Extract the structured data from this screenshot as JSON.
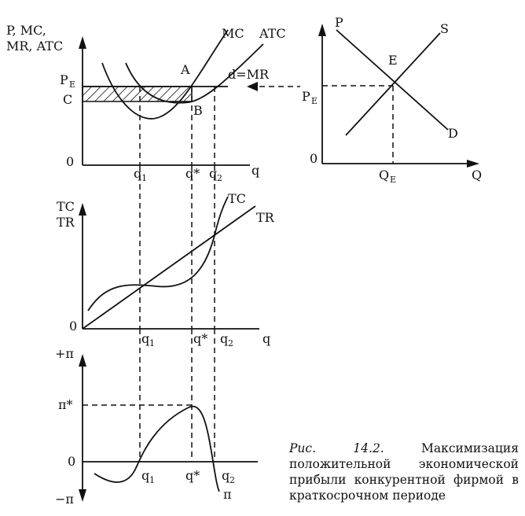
{
  "top_left": {
    "y_axis_label_line1": "P, MC,",
    "y_axis_label_line2": "MR, ATC",
    "x_axis_label": "q",
    "origin": "0",
    "price_label": "P",
    "price_label_sub": "E",
    "cost_label": "C",
    "point_a": "A",
    "point_b": "B",
    "mc_label": "MC",
    "atc_label": "ATC",
    "demand_label": "d=MR",
    "tick_q1": "q",
    "tick_q1_sub": "1",
    "tick_qstar": "q*",
    "tick_q2": "q",
    "tick_q2_sub": "2"
  },
  "market": {
    "price_axis_label": "P",
    "quantity_axis_label": "Q",
    "origin": "0",
    "supply_label": "S",
    "demand_label": "D",
    "equilibrium_label": "E",
    "price_eq_label": "P",
    "price_eq_sub": "E",
    "quantity_eq_label": "Q",
    "quantity_eq_sub": "E"
  },
  "middle": {
    "y_axis_label_line1": "TC",
    "y_axis_label_line2": "TR",
    "x_axis_label": "q",
    "origin": "0",
    "tc_label": "TC",
    "tr_label": "TR",
    "tick_q1": "q",
    "tick_q1_sub": "1",
    "tick_qstar": "q*",
    "tick_q2": "q",
    "tick_q2_sub": "2"
  },
  "bottom": {
    "y_axis_pos_label": "+π",
    "y_axis_neg_label": "−π",
    "origin": "0",
    "pi_star_label": "π*",
    "pi_curve_label": "π",
    "tick_q1": "q",
    "tick_q1_sub": "1",
    "tick_qstar": "q*",
    "tick_q2": "q",
    "tick_q2_sub": "2"
  },
  "caption": {
    "figure_number": "Рис. 14.2.",
    "text": "Максимизация положительной экономической прибыли конкурентной фирмой в краткосрочном периоде"
  }
}
